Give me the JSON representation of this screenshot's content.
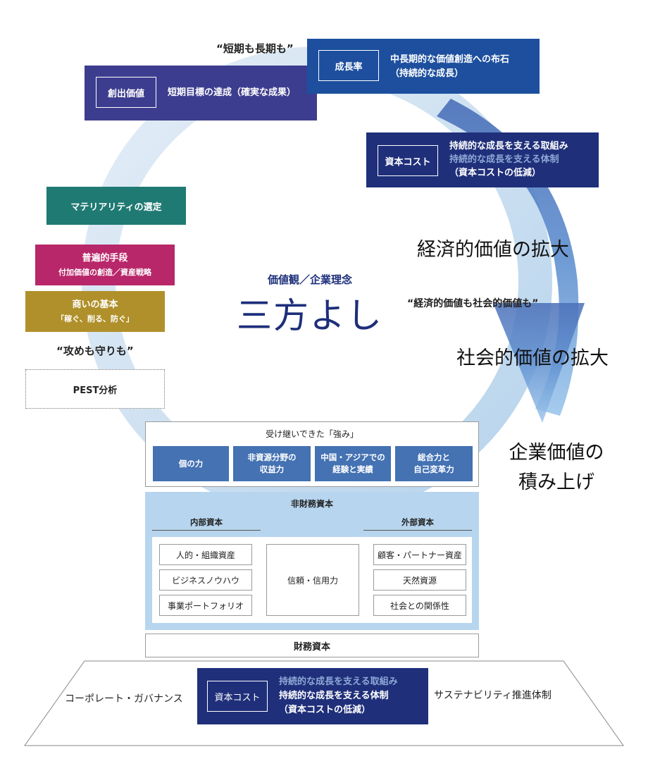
{
  "quotes": {
    "short_long": "“短期も長期も”",
    "econ_social": "“経済的価値も社会的価値も”",
    "attack_defense": "“攻めも守りも”"
  },
  "sousyutsu": {
    "tag": "創出価値",
    "text": "短期目標の達成（確実な成果）"
  },
  "growth": {
    "tag": "成長率",
    "line1": "中長期的な価値創造への布石",
    "line2": "（持続的な成長）"
  },
  "capital_top": {
    "tag": "資本コスト",
    "line1": "持続的な成長を支える取組み",
    "line2": "持続的な成長を支える体制",
    "line3": "（資本コストの低減）"
  },
  "left_stack": {
    "materiality": "マテリアリティの選定",
    "universal_title": "普遍的手段",
    "universal_sub": "付加価値の創造／資産戦略",
    "basics_title": "商いの基本",
    "basics_sub": "「稼ぐ、削る、防ぐ」",
    "pest": "PEST分析"
  },
  "center": {
    "subtitle": "価値観／企業理念",
    "title": "三方よし"
  },
  "right_labels": {
    "economic": "経済的価値の拡大",
    "social": "社会的価値の拡大",
    "corp_line1": "企業価値の",
    "corp_line2": "積み上げ"
  },
  "strengths": {
    "title": "受け継いできた「強み」",
    "items": [
      {
        "line1": "個の力",
        "line2": ""
      },
      {
        "line1": "非資源分野の",
        "line2": "収益力"
      },
      {
        "line1": "中国・アジアでの",
        "line2": "経験と実績"
      },
      {
        "line1": "総合力と",
        "line2": "自己変革力"
      }
    ]
  },
  "non_financial": {
    "title": "非財務資本",
    "internal_title": "内部資本",
    "external_title": "外部資本",
    "internal_items": [
      "人的・組織資産",
      "ビジネスノウハウ",
      "事業ポートフォリオ"
    ],
    "center_item": "信頼・信用力",
    "external_items": [
      "顧客・パートナー資産",
      "天然資源",
      "社会との関係性"
    ]
  },
  "financial": {
    "title": "財務資本"
  },
  "foundation": {
    "left": "コーポレート・ガバナンス",
    "right": "サステナビリティ推進体制",
    "tag": "資本コスト",
    "line1": "持続的な成長を支える取組み",
    "line2": "持続的な成長を支える体制",
    "line3": "（資本コストの低減）"
  },
  "colors": {
    "sousyutsu": "#3d3d8f",
    "growth": "#1d4f9e",
    "capital": "#1f2f7a",
    "materiality": "#1f7a73",
    "universal": "#b8276a",
    "basics": "#b0902a",
    "center_title": "#1d2f7a",
    "strength_box": "#4472b3",
    "non_financial_bg": "#b7d5ee"
  }
}
